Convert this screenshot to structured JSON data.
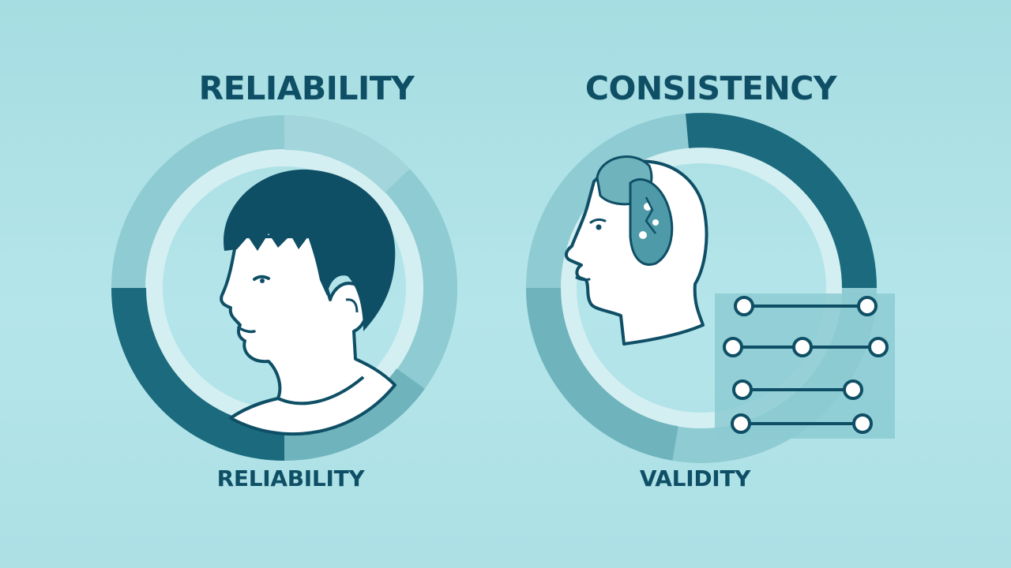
{
  "left_panel": {
    "title": "RELIABILITY",
    "caption": "RELIABILITY",
    "icon": "child-head-profile-icon"
  },
  "right_panel": {
    "title": "CONSISTENCY",
    "caption": "VALIDITY",
    "icon": "head-with-brain-icon",
    "connector_icon": "node-lines-icon"
  },
  "colors": {
    "background": "#a9dfe4",
    "text": "#0f4f66",
    "ring_dark": "#1b6a7e",
    "ring_mid": "#5aa7b3",
    "ring_light": "#87c6ce",
    "ring_pale": "#d5f0f2"
  }
}
